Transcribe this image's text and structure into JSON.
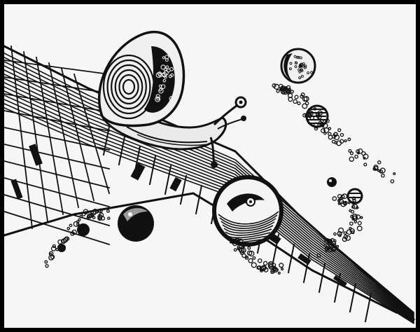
{
  "artwork": {
    "subject": "ink-drawing",
    "palette": {
      "ink": "#111111",
      "paper": "#f6f6f6",
      "frame": "#000000",
      "shade": "#9a9a9a"
    },
    "elements": [
      "snail-icon",
      "snail-shell-icon",
      "geometric-ramp",
      "large-patterned-sphere",
      "small-dark-sphere",
      "moon-sphere",
      "striped-sphere",
      "bubble-trails"
    ]
  }
}
